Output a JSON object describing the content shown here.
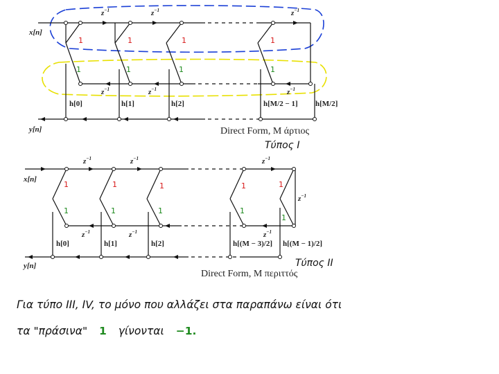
{
  "colors": {
    "ink": "#111111",
    "blue_annotation": "#1a3fd6",
    "yellow_annotation": "#e8e000",
    "red_one": "#d81a1a",
    "green_one": "#1f8a1f"
  },
  "diagram1": {
    "input": "x[n]",
    "output": "y[n]",
    "delay": "z",
    "delay_exp": "−1",
    "taps": [
      "h[0]",
      "h[1]",
      "h[2]",
      "h[M/2 − 1]",
      "h[M/2]"
    ],
    "caption": "Direct Form, M άρτιος",
    "type_label": "Τύπος Ι",
    "red_one": "1",
    "green_one": "1"
  },
  "diagram2": {
    "input": "x[n]",
    "output": "y[n]",
    "delay": "z",
    "delay_exp": "−1",
    "taps": [
      "h[0]",
      "h[1]",
      "h[2]",
      "h[(M − 3)/2]",
      "h[(M − 1)/2]"
    ],
    "caption": "Direct Form, M περιττός",
    "type_label": "Τύπος ΙΙ",
    "red_one": "1",
    "green_one": "1"
  },
  "note": {
    "line1": "Για τύπο ΙΙΙ, ΙV, το μόνο που αλλάζει στα παραπάνω είναι ότι",
    "line2_prefix": "τα \"πράσινα\"",
    "line2_one": "1",
    "line2_mid": "γίνονται",
    "line2_minus": "−1."
  }
}
